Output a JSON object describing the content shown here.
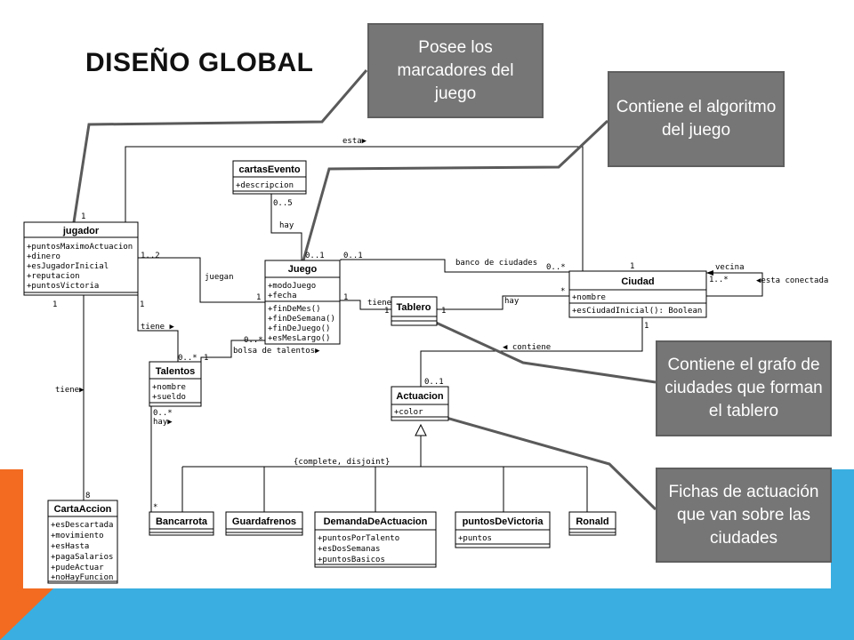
{
  "slide": {
    "title": "DISEÑO GLOBAL"
  },
  "callouts": {
    "marcadores": "Posee los marcadores del juego",
    "algoritmo": "Contiene el algoritmo del juego",
    "grafo": "Contiene el grafo de ciudades que forman el tablero",
    "fichas": "Fichas de actuación que van sobre las ciudades"
  },
  "classes": {
    "jugador": {
      "name": "jugador",
      "attrs": [
        "+puntosMaximoActuacion",
        "+dinero",
        "+esJugadorInicial",
        "+reputacion",
        "+puntosVictoria"
      ]
    },
    "cartasEvento": {
      "name": "cartasEvento",
      "attrs": [
        "+descripcion"
      ]
    },
    "juego": {
      "name": "Juego",
      "attrs": [
        "+modoJuego",
        "+fecha"
      ],
      "methods": [
        "+finDeMes()",
        "+finDeSemana()",
        "+finDeJuego()",
        "+esMesLargo()"
      ]
    },
    "ciudad": {
      "name": "Ciudad",
      "attrs": [
        "+nombre"
      ],
      "methods": [
        "+esCiudadInicial(): Boolean"
      ]
    },
    "tablero": {
      "name": "Tablero"
    },
    "talentos": {
      "name": "Talentos",
      "attrs": [
        "+nombre",
        "+sueldo"
      ]
    },
    "actuacion": {
      "name": "Actuacion",
      "attrs": [
        "+color"
      ]
    },
    "cartaAccion": {
      "name": "CartaAccion",
      "attrs": [
        "+esDescartada",
        "+movimiento",
        "+esHasta",
        "+pagaSalarios",
        "+pudeActuar",
        "+noHayFuncion"
      ]
    },
    "bancarrota": {
      "name": "Bancarrota"
    },
    "guardafrenos": {
      "name": "Guardafrenos"
    },
    "demanda": {
      "name": "DemandaDeActuacion",
      "attrs": [
        "+puntosPorTalento",
        "+esDosSemanas",
        "+puntosBasicos"
      ]
    },
    "puntosDeVictoria": {
      "name": "puntosDeVictoria",
      "attrs": [
        "+puntos"
      ]
    },
    "ronald": {
      "name": "Ronald"
    }
  },
  "labels": {
    "esta": "esta▶",
    "hay_evento": "hay",
    "mult_0_5": "0..5",
    "mult_1_jugador_top": "1",
    "mult_0_1_juego": "0..1",
    "mult_0_1_juego2": "0..1",
    "banco": "banco de ciudades",
    "mult_0_star": "0..*",
    "mult_1_ciudad": "1",
    "vecina": "vecina",
    "mult_1_star": "1..*",
    "esta_conectada": "◀esta conectada",
    "mult_1_2": "1..2",
    "juegan": "juegan",
    "mult_1_juego": "1",
    "mult_1_juego_r": "1",
    "tiene_tablero": "tiene",
    "mult_1_tablero": "1",
    "mult_1_tablero_r": "1",
    "hay_ciudad": "hay",
    "mult_star_ciudad": "*",
    "mult_1_jug_left": "1",
    "tiene_talentos": "tiene ▶",
    "mult_0_star_tal": "0..*",
    "mult_1_tal": "1",
    "mult_0_star_bolsa": "0..*",
    "bolsa": "bolsa de talentos▶",
    "contiene": "◀ contiene",
    "mult_0_1_act": "0..1",
    "mult_1_ciudad_bot": "1",
    "tiene_carta": "tiene▶",
    "mult_8": "8",
    "mult_0_star_hay": "0..*",
    "hay_tal": "hay▶",
    "mult_star_banc": "*",
    "complete": "{complete, disjoint}"
  },
  "colors": {
    "callout_bg": "#767676",
    "accent_orange": "#f26b21",
    "accent_blue": "#3aaee0"
  }
}
